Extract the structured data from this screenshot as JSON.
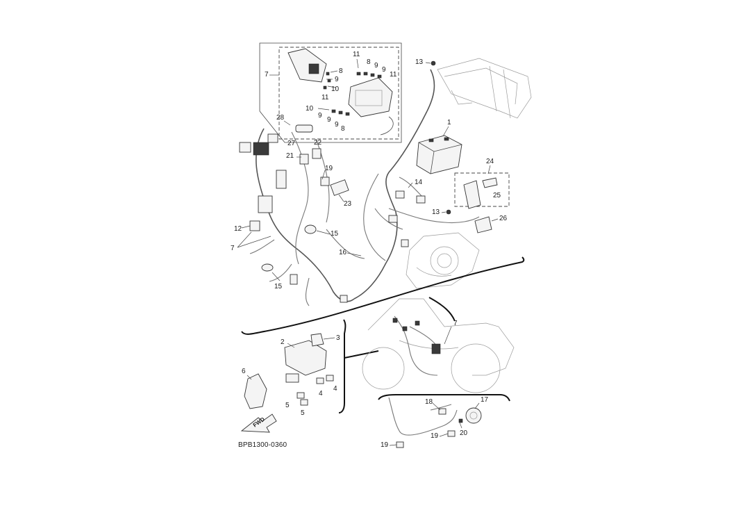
{
  "diagram": {
    "drawing_code": "BPB1300-0360",
    "fwd_label": "FWD",
    "callouts": [
      {
        "id": "c1",
        "text": "1"
      },
      {
        "id": "c2",
        "text": "2"
      },
      {
        "id": "c3",
        "text": "3"
      },
      {
        "id": "c4a",
        "text": "4"
      },
      {
        "id": "c4b",
        "text": "4"
      },
      {
        "id": "c5a",
        "text": "5"
      },
      {
        "id": "c5b",
        "text": "5"
      },
      {
        "id": "c6",
        "text": "6"
      },
      {
        "id": "c7a",
        "text": "7"
      },
      {
        "id": "c7b",
        "text": "7"
      },
      {
        "id": "c7c",
        "text": "7"
      },
      {
        "id": "c8a",
        "text": "8"
      },
      {
        "id": "c8b",
        "text": "8"
      },
      {
        "id": "c8c",
        "text": "8"
      },
      {
        "id": "c9a",
        "text": "9"
      },
      {
        "id": "c9b",
        "text": "9"
      },
      {
        "id": "c9c",
        "text": "9"
      },
      {
        "id": "c9d",
        "text": "9"
      },
      {
        "id": "c9e",
        "text": "9"
      },
      {
        "id": "c10a",
        "text": "10"
      },
      {
        "id": "c10b",
        "text": "10"
      },
      {
        "id": "c11a",
        "text": "11"
      },
      {
        "id": "c11b",
        "text": "11"
      },
      {
        "id": "c11c",
        "text": "11"
      },
      {
        "id": "c12",
        "text": "12"
      },
      {
        "id": "c13a",
        "text": "13"
      },
      {
        "id": "c13b",
        "text": "13"
      },
      {
        "id": "c14",
        "text": "14"
      },
      {
        "id": "c15a",
        "text": "15"
      },
      {
        "id": "c15b",
        "text": "15"
      },
      {
        "id": "c16",
        "text": "16"
      },
      {
        "id": "c17",
        "text": "17"
      },
      {
        "id": "c18",
        "text": "18"
      },
      {
        "id": "c19a",
        "text": "19"
      },
      {
        "id": "c19b",
        "text": "19"
      },
      {
        "id": "c19c",
        "text": "19"
      },
      {
        "id": "c20",
        "text": "20"
      },
      {
        "id": "c21",
        "text": "21"
      },
      {
        "id": "c22",
        "text": "22"
      },
      {
        "id": "c23",
        "text": "23"
      },
      {
        "id": "c24",
        "text": "24"
      },
      {
        "id": "c25",
        "text": "25"
      },
      {
        "id": "c26",
        "text": "26"
      },
      {
        "id": "c27",
        "text": "27"
      },
      {
        "id": "c28",
        "text": "28"
      }
    ]
  }
}
